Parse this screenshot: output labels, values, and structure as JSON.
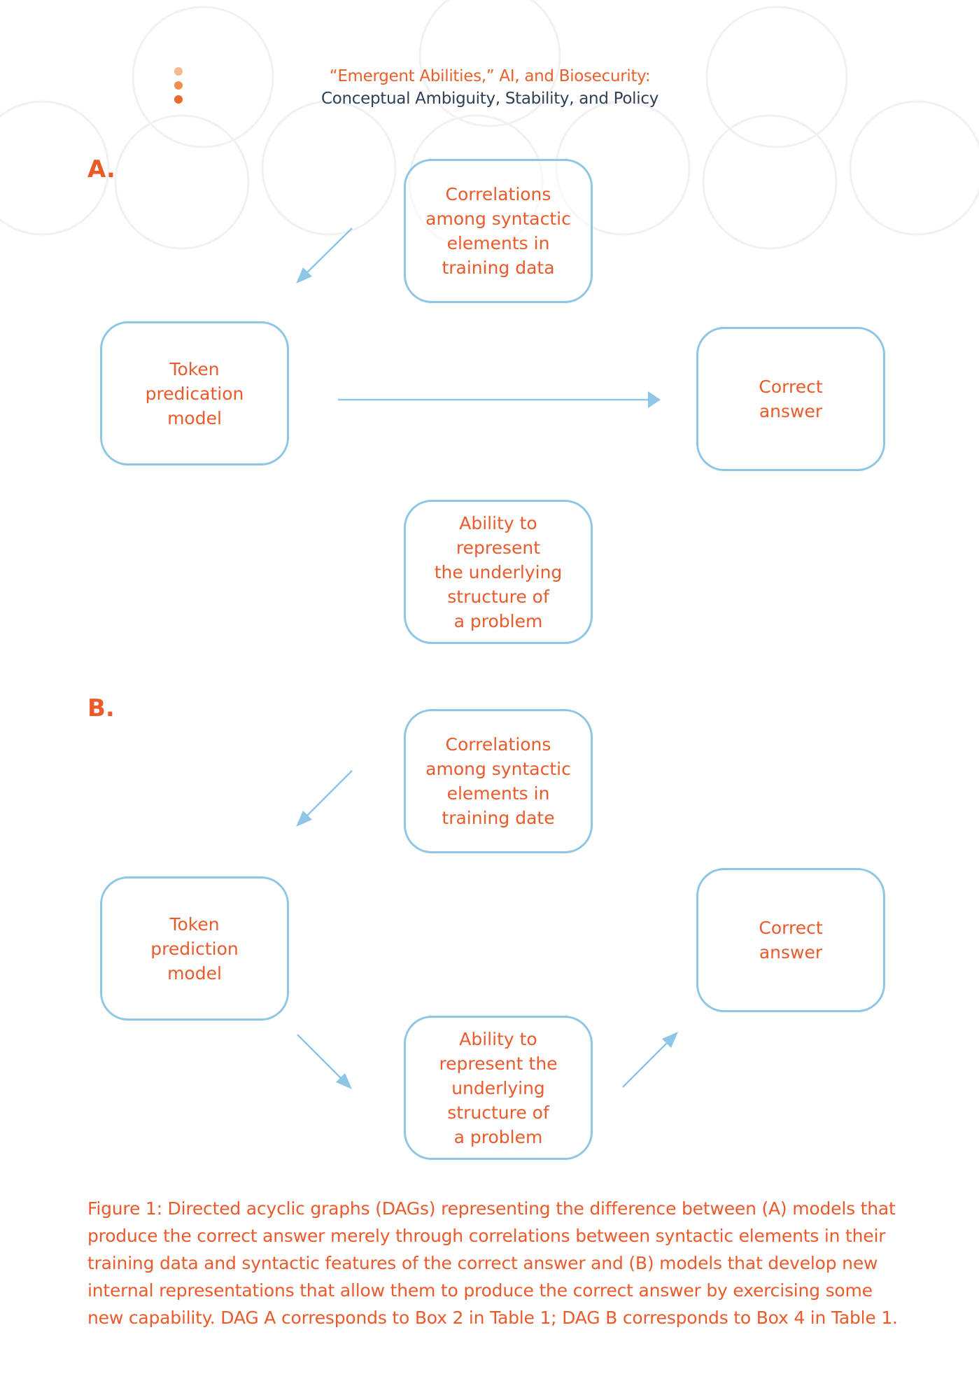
{
  "colors": {
    "accent_orange": "#ea5a2b",
    "header_orange": "#e8612c",
    "header_navy": "#2f3f55",
    "node_border": "#8ec6e6",
    "arrow_blue": "#8ec6e6",
    "dot_light": "#f5b98e",
    "dot_mid": "#f0904f",
    "dot_dark": "#ea6a2c"
  },
  "header": {
    "title_line1": "“Emergent Abilities,” AI, and Biosecurity:",
    "title_line2": "Conceptual Ambiguity, Stability, and Policy"
  },
  "panels": {
    "a": {
      "label": "A.",
      "nodes": {
        "correlations": "Correlations\namong syntactic\nelements in\ntraining data",
        "token_model": "Token\npredication\nmodel",
        "correct_answer": "Correct\nanswer",
        "ability": "Ability to\nrepresent\nthe underlying\nstructure of\na problem"
      }
    },
    "b": {
      "label": "B.",
      "nodes": {
        "correlations": "Correlations\namong syntactic\nelements in\ntraining date",
        "token_model": "Token\nprediction\nmodel",
        "correct_answer": "Correct\nanswer",
        "ability": "Ability to\nrepresent the\nunderlying\nstructure of\na problem"
      }
    }
  },
  "caption": "Figure 1: Directed acyclic graphs (DAGs) representing the difference between (A) models that produce the correct answer merely through correlations between syntactic elements in their training data and syntactic features of the correct answer and (B) models that develop new internal representations that allow them to produce the correct answer by exercising some new capability. DAG A corresponds to Box 2 in Table 1; DAG B corresponds to Box 4 in Table 1."
}
